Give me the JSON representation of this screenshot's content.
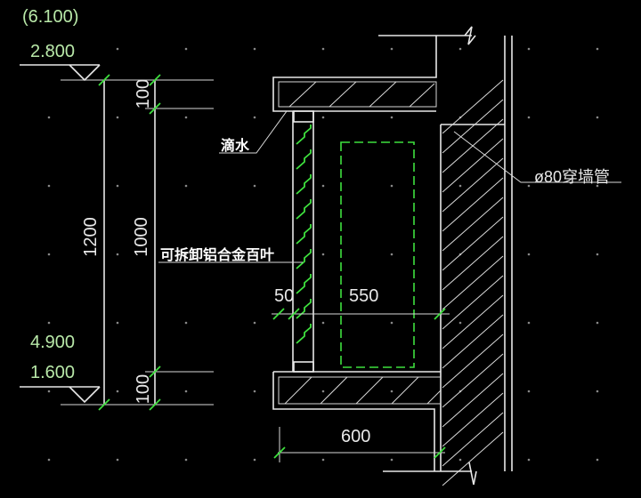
{
  "elevations": {
    "top_bracket": "(6.100)",
    "top": "2.800",
    "bottom_upper": "4.900",
    "bottom": "1.600"
  },
  "dimensions": {
    "overall_height": "1200",
    "opening_height": "1000",
    "top_slab": "100",
    "bottom_slab": "100",
    "louver_gap": "50",
    "inner_depth": "550",
    "slab_depth": "600"
  },
  "labels": {
    "drip": "滴水",
    "louver": "可拆卸铝合金百叶",
    "pipe": "ø80穿墙管"
  },
  "colors": {
    "background": "#000000",
    "line": "#e8e8e8",
    "accent": "#3ee03e"
  }
}
